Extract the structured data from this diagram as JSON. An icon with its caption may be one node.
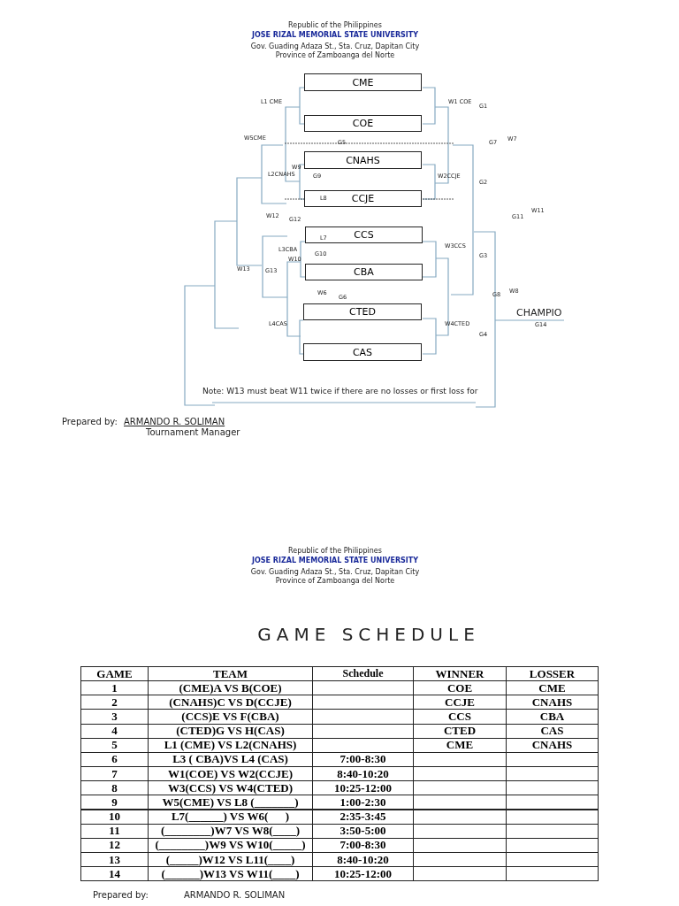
{
  "diagram": {
    "title": "GAME SCHEDULE",
    "nodes": [
      {
        "text": [
          "CME"
        ]
      },
      {
        "text": [
          "COE"
        ]
      },
      {
        "text": [
          "CNAHS"
        ]
      },
      {
        "text": [
          "CCJE"
        ]
      },
      {
        "text": [
          "CCS"
        ]
      },
      {
        "text": [
          "CBA"
        ]
      },
      {
        "text": [
          "CTED"
        ]
      },
      {
        "text": [
          "CAS"
        ]
      }
    ],
    "labels": [
      "Republic of the Philippines",
      "JOSE RIZAL MEMORIAL STATE UNIVERSITY",
      "Gov. Guading Adaza St., Sta. Cruz, Dapitan City",
      "Province of Zamboanga del Norte",
      "L1 CME",
      "W1 COE",
      "G1",
      "W5CME",
      "G5",
      "G7",
      "W7",
      "L2CNAHS",
      "W9",
      "G9",
      "W2CCJE",
      "G2",
      "L8",
      "W12",
      "G12",
      "W11",
      "G11",
      "L7",
      "L3CBA",
      "W3CCS",
      "W10",
      "G10",
      "G3",
      "W13",
      "G13",
      "W6",
      "G6",
      "W8",
      "G8",
      "CHAMPIO",
      "L4CAS",
      "W4CTED",
      "G14",
      "G4",
      "Note: W13 must beat W11 twice if there are no losses or first loss for",
      "Prepared by:",
      "ARMANDO R. SOLIMAN",
      "Tournament Manager",
      "Republic of the Philippines",
      "JOSE RIZAL MEMORIAL STATE UNIVERSITY",
      "Gov. Guading Adaza St., Sta. Cruz, Dapitan City",
      "Province of Zamboanga del Norte",
      "GAME",
      "TEAM",
      "Schedule",
      "WINNER",
      "LOSSER",
      "1",
      "(CME)A VS B(COE)",
      "COE",
      "CME",
      "2",
      "(CNAHS)C VS D(CCJE)",
      "CCJE",
      "CNAHS",
      "3",
      "(CCS)E VS F(CBA)",
      "CCS",
      "CBA",
      "4",
      "(CTED)G VS H(CAS)",
      "CTED",
      "CAS",
      "5",
      "L1 (CME) VS L2(CNAHS)",
      "CME",
      "CNAHS",
      "6",
      "L3 ( CBA)VS L4 (CAS)",
      "7:00-8:30",
      "7",
      "W1(COE) VS W2(CCJE)",
      "8:40-10:20",
      "8",
      "W3(CCS) VS W4(CTED)",
      "10:25-12:00",
      "9",
      "W5(CME) VS L8 (_______)",
      "1:00-2:30",
      "10",
      "L7(______) VS W6(      )",
      "2:35-3:45",
      "11",
      "(________)W7 VS W8(____)",
      "3:50-5:00",
      "12",
      "(________)W9 VS W10(_____)",
      "7:00-8:30",
      "13",
      "(_____)W12 VS L11(____)",
      "8:40-10:20",
      "14",
      "(______)W13 VS W11(____)",
      "10:25-12:00",
      "Prepared by:",
      "ARMANDO R. SOLIMAN"
    ]
  }
}
